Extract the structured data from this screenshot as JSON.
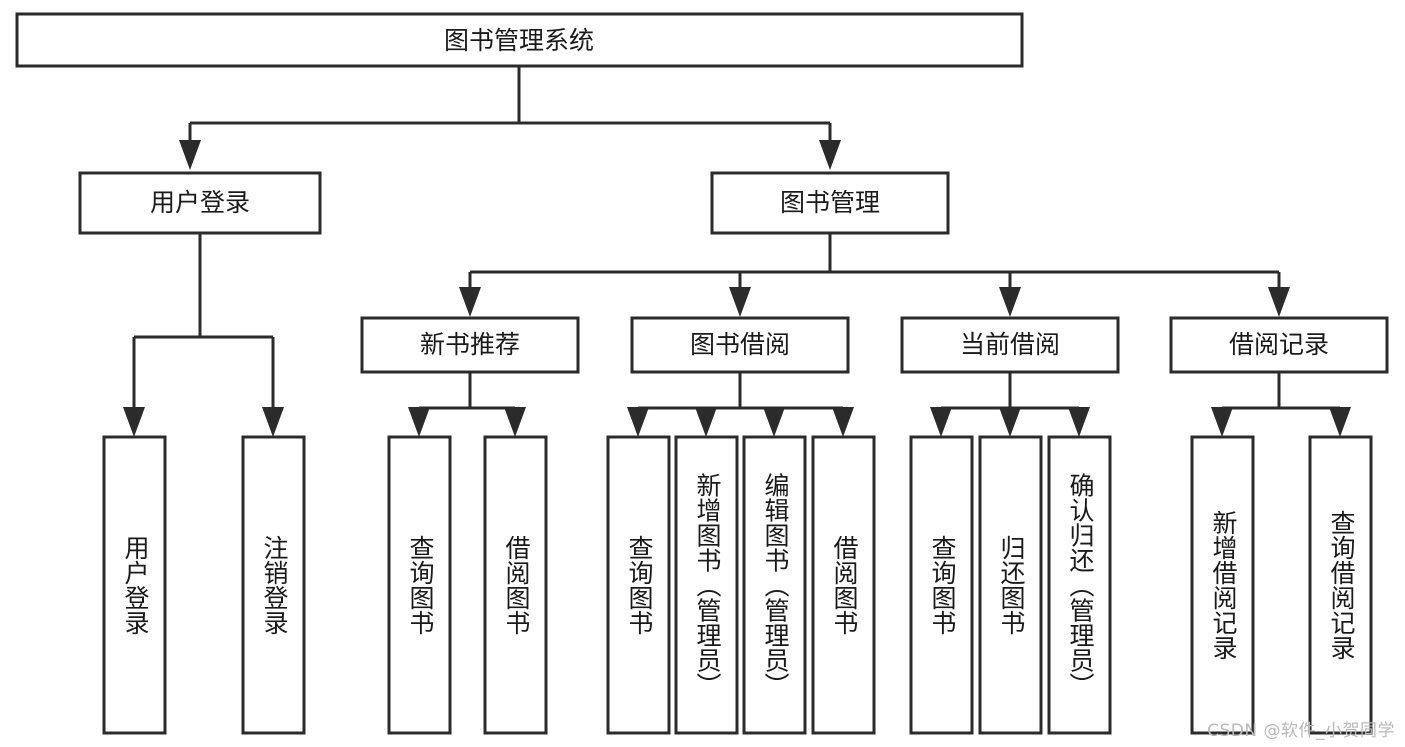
{
  "diagram": {
    "title": "图书管理系统",
    "type": "tree",
    "watermark": "CSDN @软件_小贺同学",
    "colors": {
      "box_stroke": "#2b2b2b",
      "box_fill": "#ffffff",
      "text": "#1a1a1a",
      "background": "#ffffff",
      "watermark": "#b9b9b9"
    },
    "root": {
      "label": "图书管理系统"
    },
    "level1": [
      {
        "label": "用户登录"
      },
      {
        "label": "图书管理"
      }
    ],
    "level2": [
      {
        "label": "新书推荐"
      },
      {
        "label": "图书借阅"
      },
      {
        "label": "当前借阅"
      },
      {
        "label": "借阅记录"
      }
    ],
    "leaves": {
      "user_login": [
        {
          "label": "用户登录"
        },
        {
          "label": "注销登录"
        }
      ],
      "new_book_recommend": [
        {
          "label": "查询图书"
        },
        {
          "label": "借阅图书"
        }
      ],
      "book_borrow": [
        {
          "label": "查询图书"
        },
        {
          "label": "新增图书（管理员）"
        },
        {
          "label": "编辑图书（管理员）"
        },
        {
          "label": "借阅图书"
        }
      ],
      "current_borrow": [
        {
          "label": "查询图书"
        },
        {
          "label": "归还图书"
        },
        {
          "label": "确认归还（管理员）"
        }
      ],
      "borrow_record": [
        {
          "label": "新增借阅记录"
        },
        {
          "label": "查询借阅记录"
        }
      ]
    }
  }
}
